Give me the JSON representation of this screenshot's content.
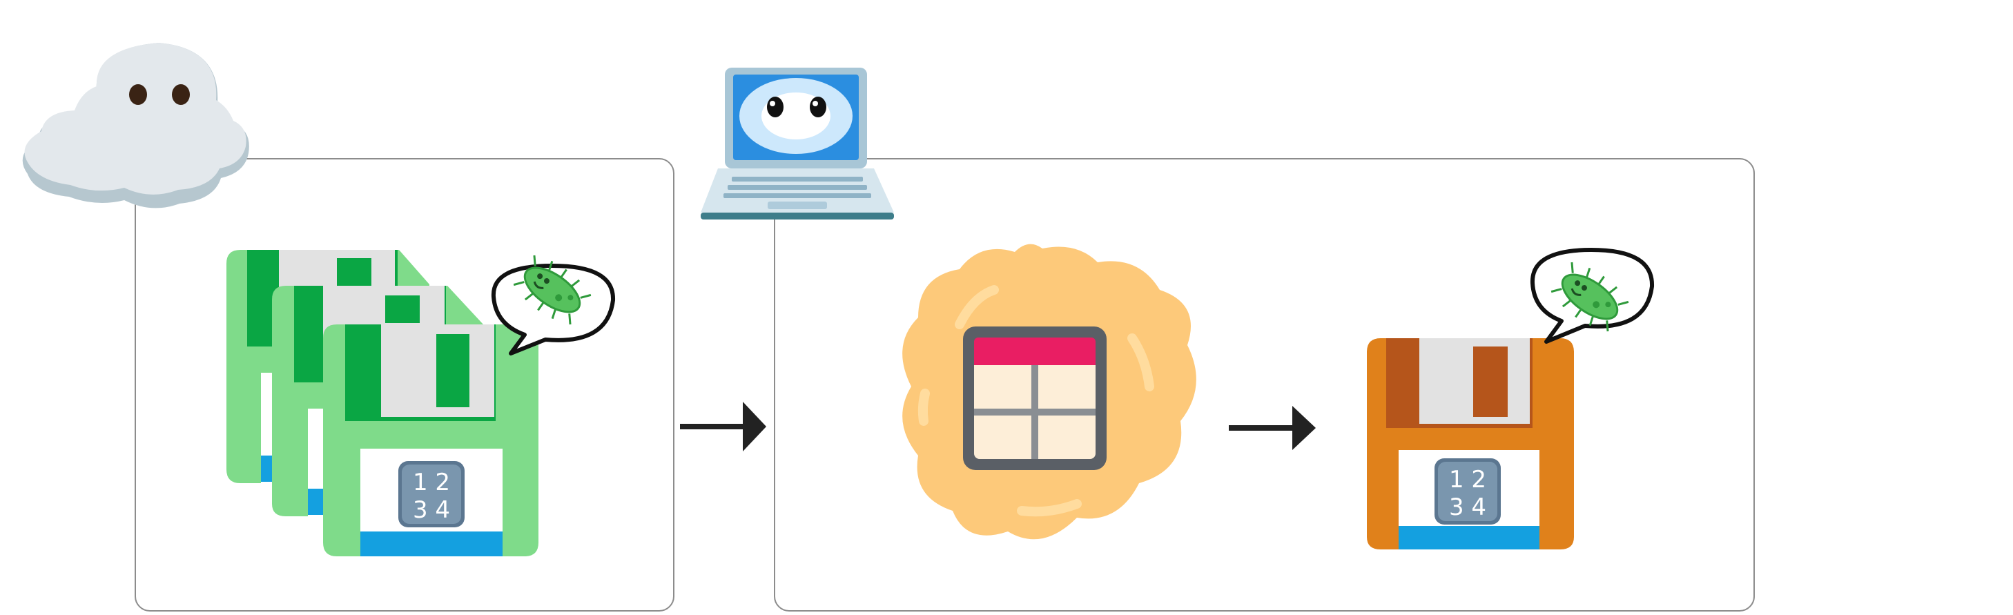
{
  "diagram": {
    "icons": [
      {
        "name": "cloud-ghost-icon",
        "role": "remote source"
      },
      {
        "name": "laptop-face-icon",
        "role": "local machine"
      },
      {
        "name": "floppy-disk-stack-icon",
        "color": "#7fdb8a"
      },
      {
        "name": "microbe-speech-bubble-icon"
      },
      {
        "name": "numbers-1234-icon"
      },
      {
        "name": "table-blob-icon",
        "color": "#fdc97a"
      },
      {
        "name": "floppy-disk-orange-icon",
        "color": "#e0811b"
      },
      {
        "name": "arrow-right-icon"
      }
    ],
    "numbers_badge": {
      "row1": "1 2",
      "row2": "3 4"
    }
  }
}
